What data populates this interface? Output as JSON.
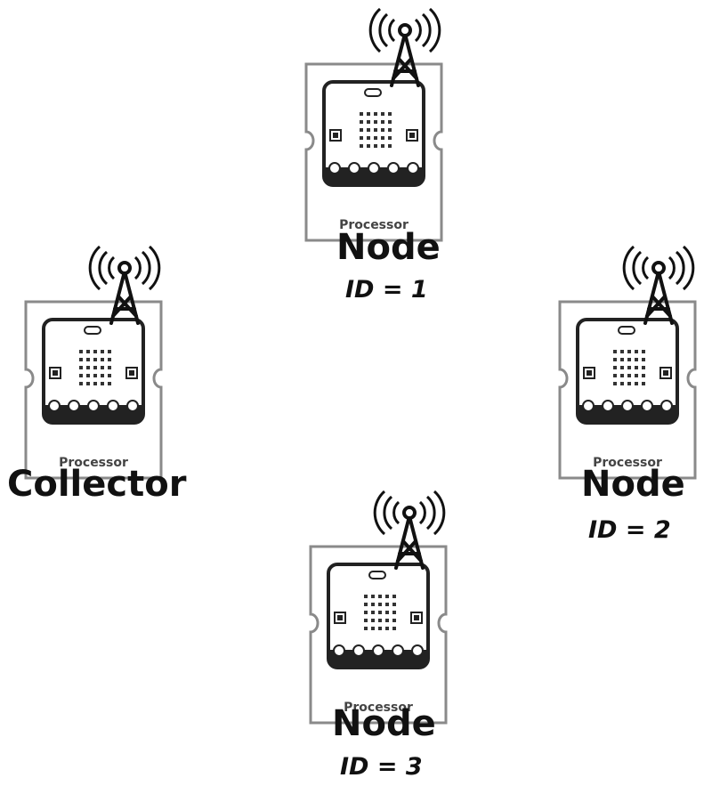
{
  "nodes": [
    {
      "role": "Node",
      "id_label": "ID = 1",
      "processor_label": "Processor"
    },
    {
      "role": "Collector",
      "id_label": "",
      "processor_label": "Processor"
    },
    {
      "role": "Node",
      "id_label": "ID = 2",
      "processor_label": "Processor"
    },
    {
      "role": "Node",
      "id_label": "ID = 3",
      "processor_label": "Processor"
    }
  ],
  "icons": [
    "radio-tower-icon",
    "microbit-board-icon"
  ]
}
